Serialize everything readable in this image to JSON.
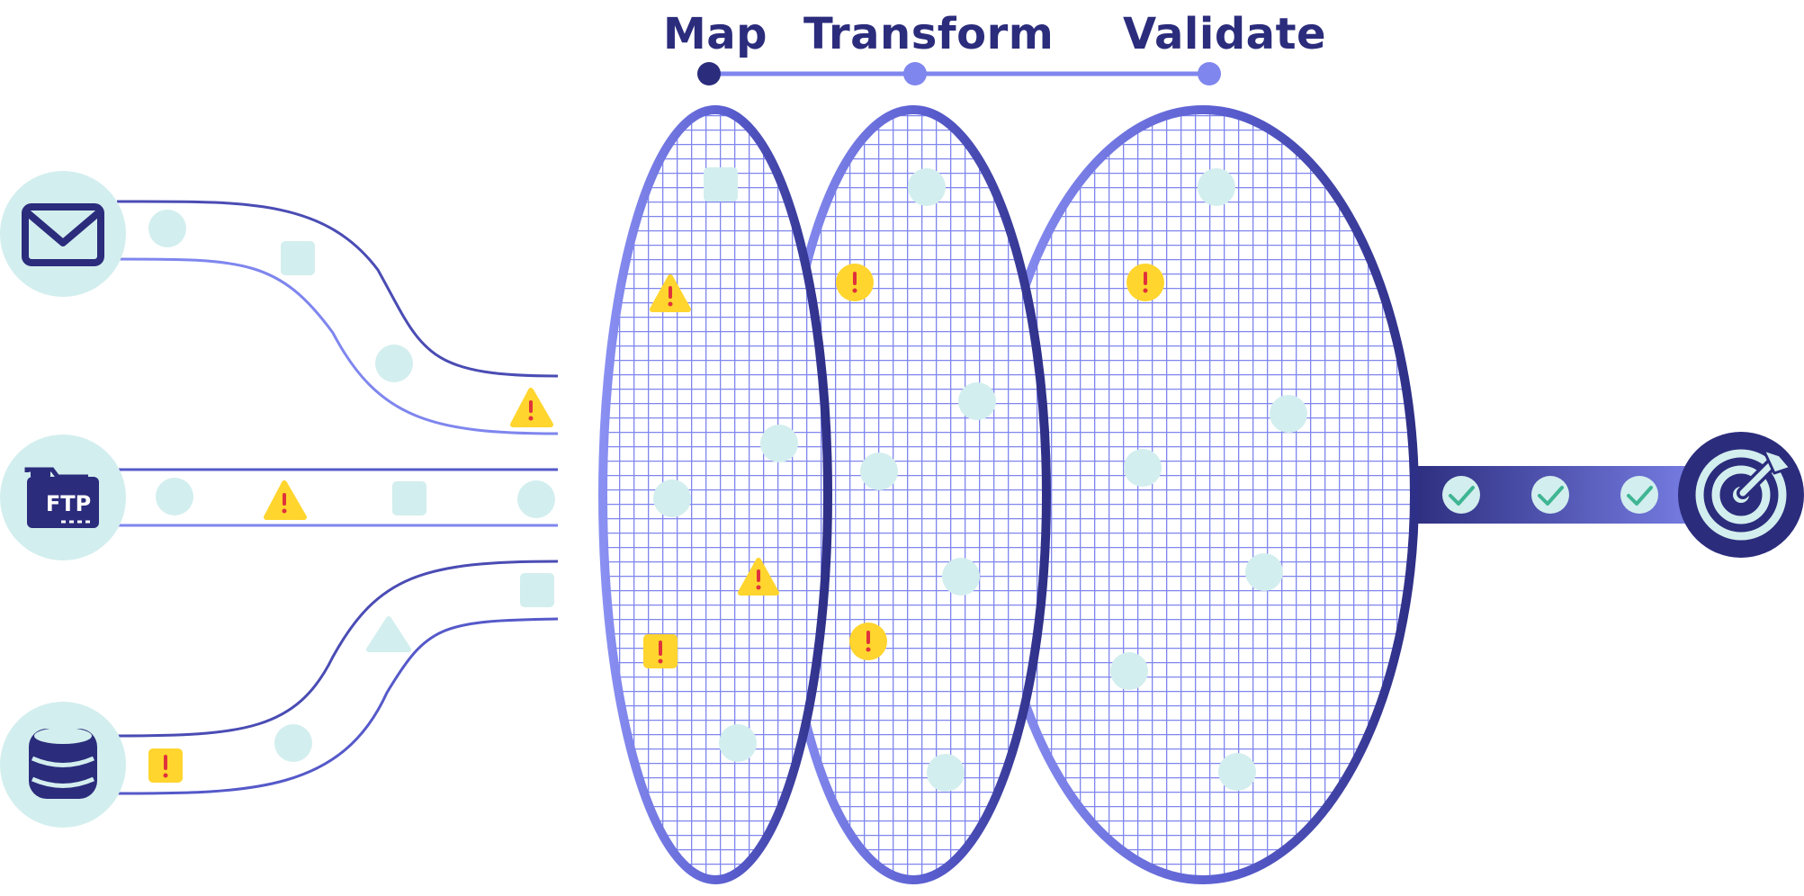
{
  "steps": [
    {
      "label": "Map"
    },
    {
      "label": "Transform"
    },
    {
      "label": "Validate"
    }
  ],
  "sources": [
    {
      "name": "email",
      "icon": "envelope-icon"
    },
    {
      "name": "ftp",
      "icon": "ftp-folder-icon",
      "text": "FTP"
    },
    {
      "name": "database",
      "icon": "database-icon"
    }
  ],
  "destination": {
    "icon": "target-icon"
  },
  "colors": {
    "navy": "#2b2c7c",
    "indigo": "#5559c9",
    "periwinkle": "#7f86ee",
    "mint": "#d3eeee",
    "warning_yellow": "#ffd52e",
    "warning_red": "#e0323c",
    "check_green": "#3fb593"
  }
}
